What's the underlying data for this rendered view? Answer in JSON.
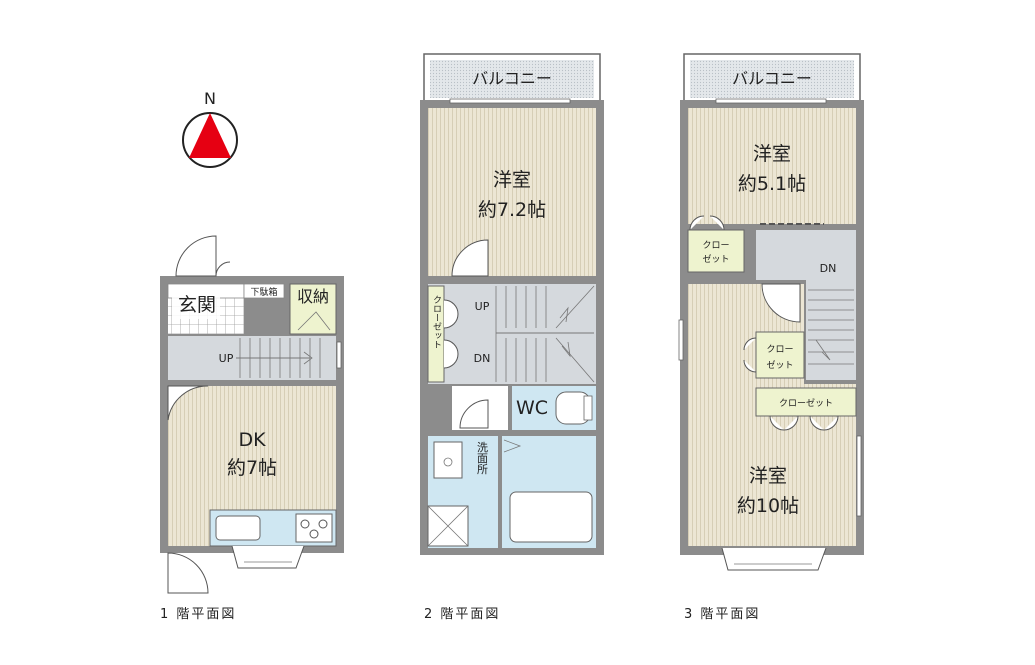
{
  "compass": {
    "label": "N"
  },
  "floor1": {
    "caption": "1 階平面図",
    "genkan": "玄関",
    "getabako": "下駄箱",
    "shuno": "収納",
    "up": "UP",
    "dk": {
      "name": "DK",
      "size": "約7帖"
    }
  },
  "floor2": {
    "caption": "2 階平面図",
    "balcony": "バルコニー",
    "yoshitsu": {
      "name": "洋室",
      "size": "約7.2帖"
    },
    "closet": "クローゼット",
    "up": "UP",
    "dn": "DN",
    "wc": "WC",
    "senmenjo": "洗面所"
  },
  "floor3": {
    "caption": "3 階平面図",
    "balcony": "バルコニー",
    "yoshitsu_a": {
      "name": "洋室",
      "size": "約5.1帖"
    },
    "closet_a": {
      "line1": "クロー",
      "line2": "ゼット"
    },
    "dn": "DN",
    "closet_b": {
      "line1": "クロー",
      "line2": "ゼット"
    },
    "closet_c": "クローゼット",
    "yoshitsu_b": {
      "name": "洋室",
      "size": "約10帖"
    }
  },
  "colors": {
    "compass_red": "#e60012",
    "wall": "#8c8c8c",
    "floor_wood": "#ece6d4",
    "wet_area": "#cfe7f2",
    "closet": "#eef3cf"
  }
}
